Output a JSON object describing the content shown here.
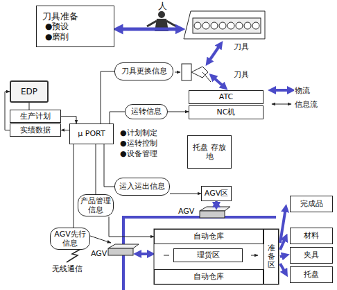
{
  "diagram": {
    "nodes": [
      {
        "text": [
          "刀具准备",
          "●预设",
          "●磨削"
        ]
      },
      {
        "text": [
          "刀具更换信息"
        ]
      },
      {
        "text": [
          "EDP"
        ]
      },
      {
        "text": [
          "生产计划"
        ]
      },
      {
        "text": [
          "实绩数据"
        ]
      },
      {
        "text": [
          "μ PORT"
        ]
      },
      {
        "text": [
          "运转信息"
        ]
      },
      {
        "text": [
          "ATC"
        ]
      },
      {
        "text": [
          "NC机"
        ]
      },
      {
        "text": [
          "托盘 存放地"
        ]
      },
      {
        "text": [
          "运入运出信息"
        ]
      },
      {
        "text": [
          "AGV区"
        ]
      },
      {
        "text": [
          "产品管理信息"
        ]
      },
      {
        "text": [
          "AGV先行信息"
        ]
      },
      {
        "text": [
          "自动仓库"
        ]
      },
      {
        "text": [
          "理货区"
        ]
      },
      {
        "text": [
          "自动仓库"
        ]
      },
      {
        "text": [
          "准备区"
        ]
      },
      {
        "text": [
          "完成品"
        ]
      },
      {
        "text": [
          "材料"
        ]
      },
      {
        "text": [
          "夹具"
        ]
      },
      {
        "text": [
          "托盘"
        ]
      }
    ],
    "edges": [
      {
        "from": 2,
        "to": 3,
        "arrow": "none"
      },
      {
        "from": 3,
        "to": 5,
        "arrow": "to"
      },
      {
        "from": 5,
        "to": 4,
        "arrow": "to"
      },
      {
        "from": 4,
        "to": 2,
        "arrow": "to"
      },
      {
        "from": 5,
        "to": 1,
        "arrow": "none"
      },
      {
        "from": 5,
        "to": 6,
        "arrow": "none"
      },
      {
        "from": 6,
        "to": 8,
        "arrow": "to"
      },
      {
        "from": 5,
        "to": 10,
        "arrow": "none"
      },
      {
        "from": 10,
        "to": 11,
        "arrow": "to"
      },
      {
        "from": 5,
        "to": 12,
        "arrow": "none"
      },
      {
        "from": 12,
        "to": 14,
        "arrow": "to"
      },
      {
        "from": 5,
        "to": 13,
        "arrow": "none"
      }
    ],
    "labels": [
      "人",
      "刀具",
      "刀具",
      "●计划制定",
      "●运转控制",
      "●设备管理",
      "AGV",
      "AGV",
      "无线通信"
    ],
    "legend": [
      {
        "text": "物流"
      },
      {
        "text": "信息流"
      }
    ]
  }
}
